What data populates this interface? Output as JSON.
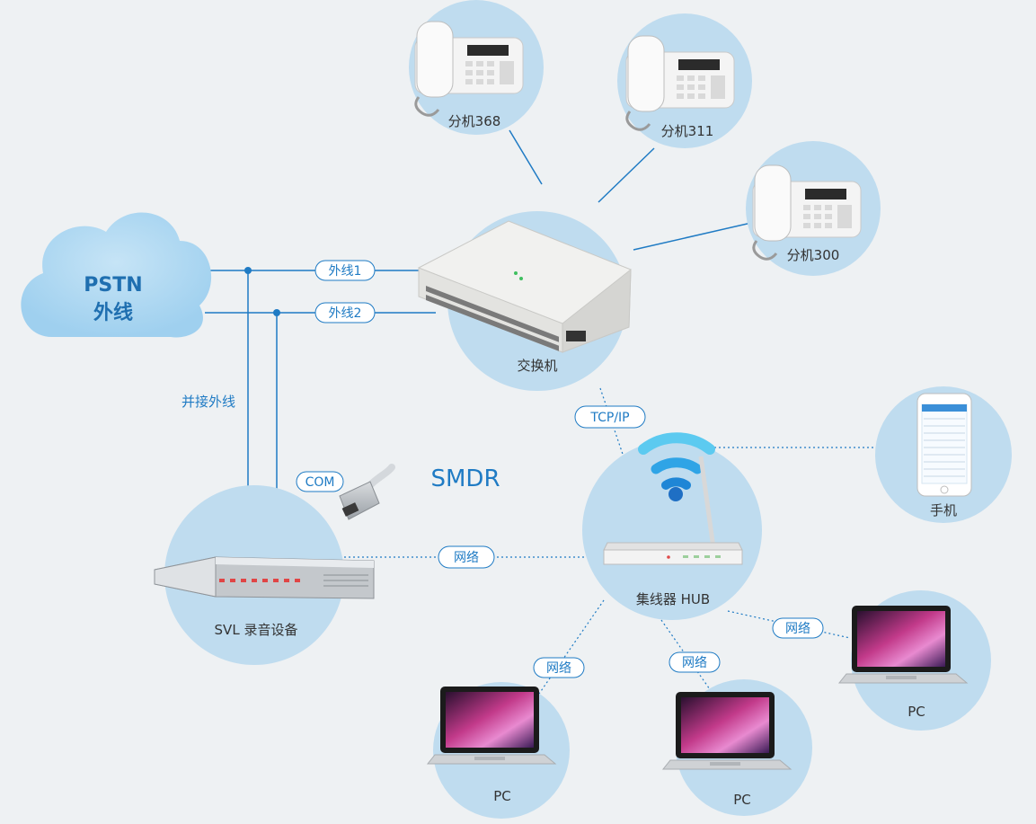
{
  "pstn": {
    "line1": "PSTN",
    "line2": "外线"
  },
  "ext_lines": [
    "外线1",
    "外线2"
  ],
  "parallel_label": "并接外线",
  "pbx_label": "交换机",
  "extensions": [
    "分机368",
    "分机311",
    "分机300"
  ],
  "tcpip_label": "TCP/IP",
  "com_label": "COM",
  "smdr_label": "SMDR",
  "recorder_label": "SVL 录音设备",
  "hub_label": "集线器 HUB",
  "phone_label": "手机",
  "network_label": "网络",
  "pc_label": "PC",
  "colors": {
    "line": "#1f7bc4",
    "bubble": "#bfdcef",
    "cloud": "#9fd0ef",
    "background": "#eef1f3"
  }
}
